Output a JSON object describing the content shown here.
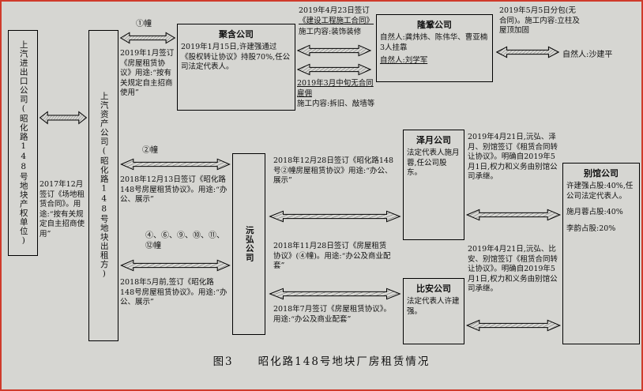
{
  "caption": "图3　　昭化路148号地块厂房租赁情况",
  "nodes": {
    "sq_import": "上汽进出口公司(昭化路148号地块产权单位)",
    "sq_asset": "上汽资产公司(昭化路148号地块出租方)",
    "juhan": {
      "title": "聚含公司",
      "body": "2019年1月15日,许建强通过《股权转让协议》持股70%,任公司法定代表人。"
    },
    "longgong": {
      "title": "隆鞏公司",
      "body1": "自然人:龚炜炜、陈伟华、曹亚楠3人挂靠",
      "body2": "自然人:刘学军"
    },
    "yuanhong": "沅弘公司",
    "zeyue": {
      "title": "泽月公司",
      "body": "法定代表人施月蓉,任公司股东。"
    },
    "bieguan": {
      "title": "别馆公司",
      "body1": "许建强占股:40%,任公司法定代表人。",
      "body2": "施月蓉占股:40%",
      "body3": "李韵占股:20%"
    },
    "bian": {
      "title": "比安公司",
      "body": "法定代表人许建强。"
    },
    "shajianping": "自然人:沙建平"
  },
  "edges": {
    "lease2017": "2017年12月签订《场地租赁合同》。用途:“按有关规定自主招商使用”",
    "bldg1_label": "①幢",
    "bldg1_text": "2019年1月签订《房屋租赁协议》用途:“按有关规定自主招商使用”",
    "bldg2_label": "②幢",
    "bldg2_text": "2018年12月13日签订《昭化路148号房屋租赁协议》。用途:“办公、展示”",
    "bldg_multi_label": "④、⑥、⑨、⑩、⑪、⑫幢",
    "bldg_multi_text": "2018年5月前,签订《昭化路148号房屋租赁协议》。用途:“办公、展示”",
    "construct_top1": "2019年4月23日签订",
    "construct_top2": "《建设工程施工合同》",
    "construct_top3": "施工内容:装饰装修",
    "construct_bottom1": "2019年3月中旬无合同雇佣",
    "construct_bottom2": "施工内容:拆旧、敲墙等",
    "subcontract": "2019年5月5日分包(无合同)。施工内容:立柱及屋顶加固",
    "zeyue_lease": "2018年12月28日签订《昭化路148号②幢房屋租赁协议》用途:“办公、展示”",
    "zeyue_transfer": "2019年4月21日,沅弘、泽月、别馆签订《租赁合同转让协议》。明确自2019年5月1日,权力和义务由别馆公司承继。",
    "bian_lease4": "2018年11月28日签订《房屋租赁协议》(④幢)。用途:“办公及商业配套”",
    "bian_lease7": "2018年7月签订《房屋租赁协议》。用途:“办公及商业配套”",
    "bian_transfer": "2019年4月21日,沅弘、比安、别馆签订《租赁合同转让协议》。明确自2019年5月1日,权力和义务由别馆公司承继。"
  }
}
